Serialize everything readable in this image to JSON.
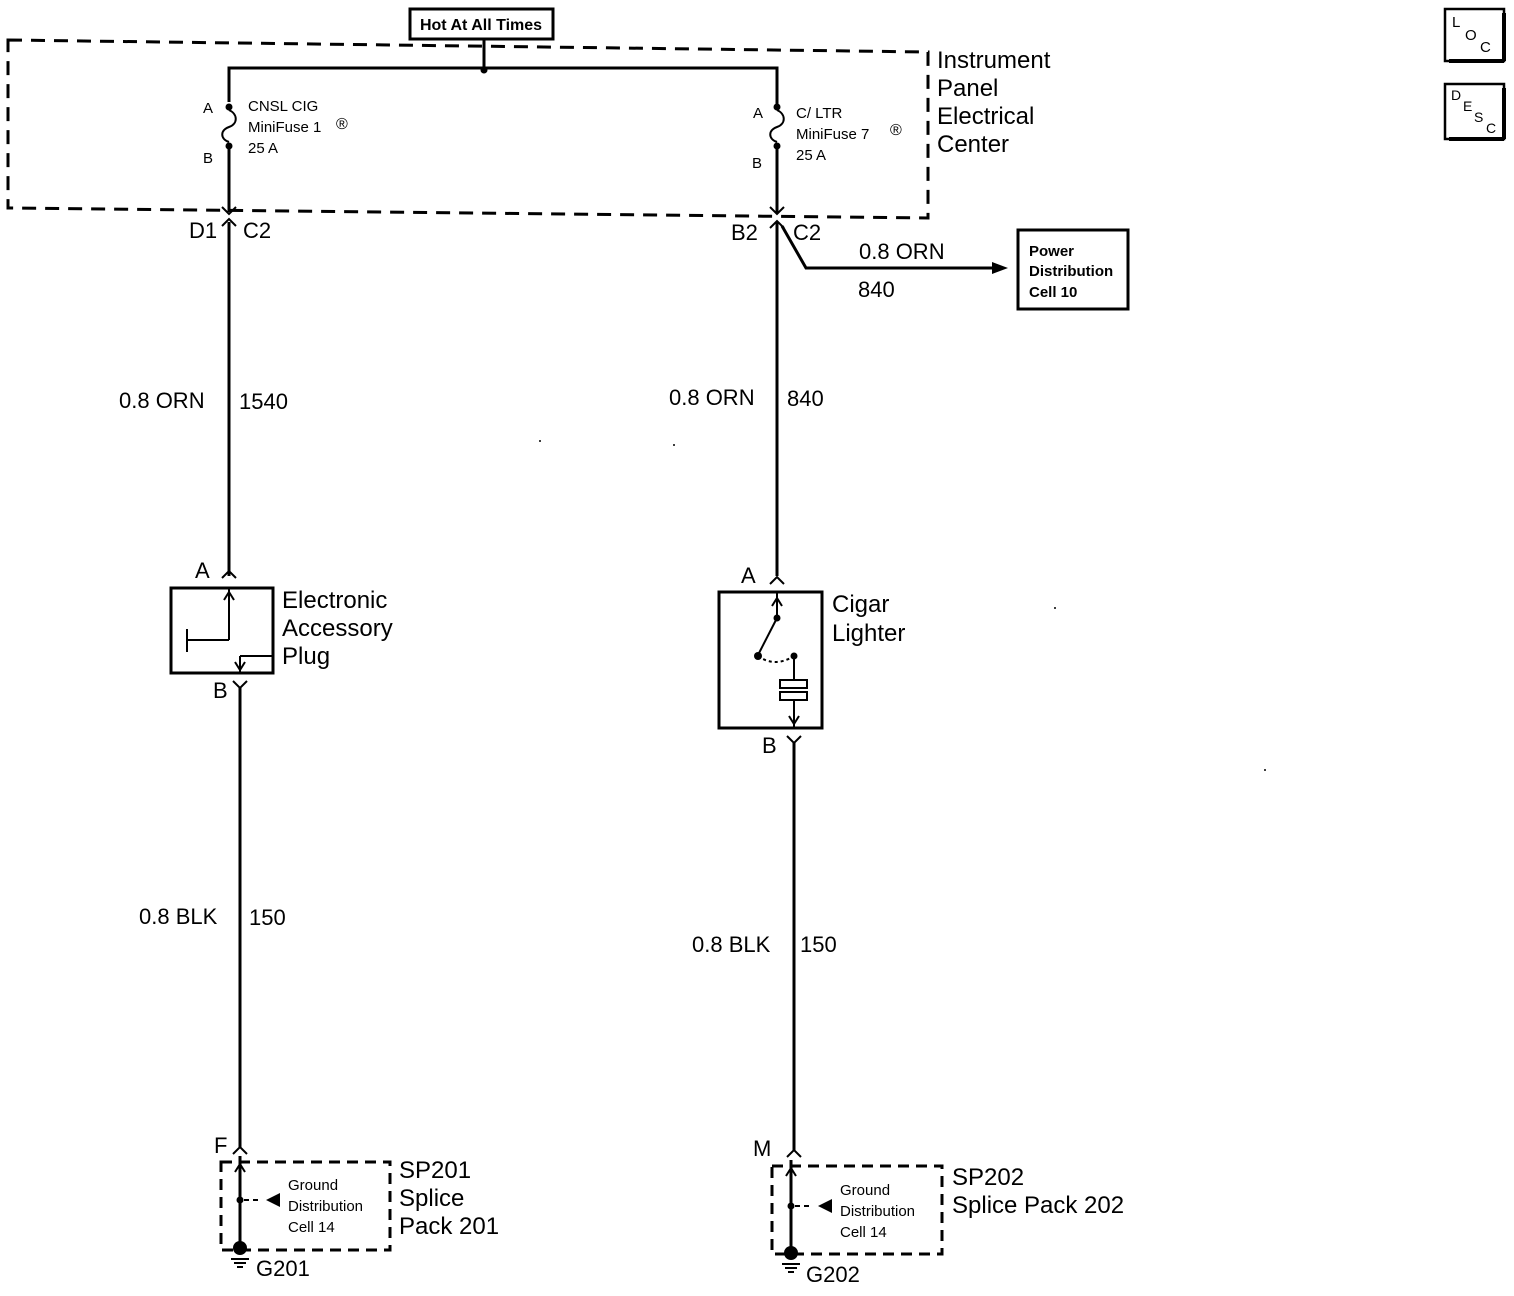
{
  "supply": {
    "label": "Hot At All Times"
  },
  "ipec": {
    "title": [
      "Instrument",
      "Panel",
      "Electrical",
      "Center"
    ]
  },
  "fuse_left": {
    "name": "CNSL CIG",
    "type": "MiniFuse 1",
    "mark": "®",
    "rating": "25 A",
    "pin_top": "A",
    "pin_bottom": "B"
  },
  "fuse_right": {
    "name": "C/ LTR",
    "type": "MiniFuse 7",
    "mark": "®",
    "rating": "25 A",
    "pin_top": "A",
    "pin_bottom": "B"
  },
  "connector_left": {
    "pin": "D1",
    "connector": "C2"
  },
  "connector_right": {
    "pin": "B2",
    "connector": "C2"
  },
  "branch": {
    "wire": "0.8 ORN",
    "circuit": "840",
    "target": [
      "Power",
      "Distribution",
      "Cell 10"
    ]
  },
  "wire_left_upper": {
    "wire": "0.8 ORN",
    "circuit": "1540"
  },
  "wire_right_upper": {
    "wire": "0.8 ORN",
    "circuit": "840"
  },
  "accessory_plug": {
    "title": [
      "Electronic",
      "Accessory",
      "Plug"
    ],
    "pin_top": "A",
    "pin_bottom": "B"
  },
  "cigar_lighter": {
    "title": [
      "Cigar",
      "Lighter"
    ],
    "pin_top": "A",
    "pin_bottom": "B"
  },
  "wire_left_lower": {
    "wire": "0.8 BLK",
    "circuit": "150"
  },
  "wire_right_lower": {
    "wire": "0.8 BLK",
    "circuit": "150"
  },
  "splice_left": {
    "pin": "F",
    "code": "SP201",
    "title": [
      "Splice",
      "Pack 201"
    ],
    "ref": [
      "Ground",
      "Distribution",
      "Cell 14"
    ],
    "ground": "G201"
  },
  "splice_right": {
    "pin": "M",
    "code": "SP202",
    "title": "Splice Pack 202",
    "ref": [
      "Ground",
      "Distribution",
      "Cell 14"
    ],
    "ground": "G202"
  },
  "nav": {
    "loc": [
      "L",
      "O",
      "C"
    ],
    "desc": [
      "D",
      "E",
      "S",
      "C"
    ]
  }
}
